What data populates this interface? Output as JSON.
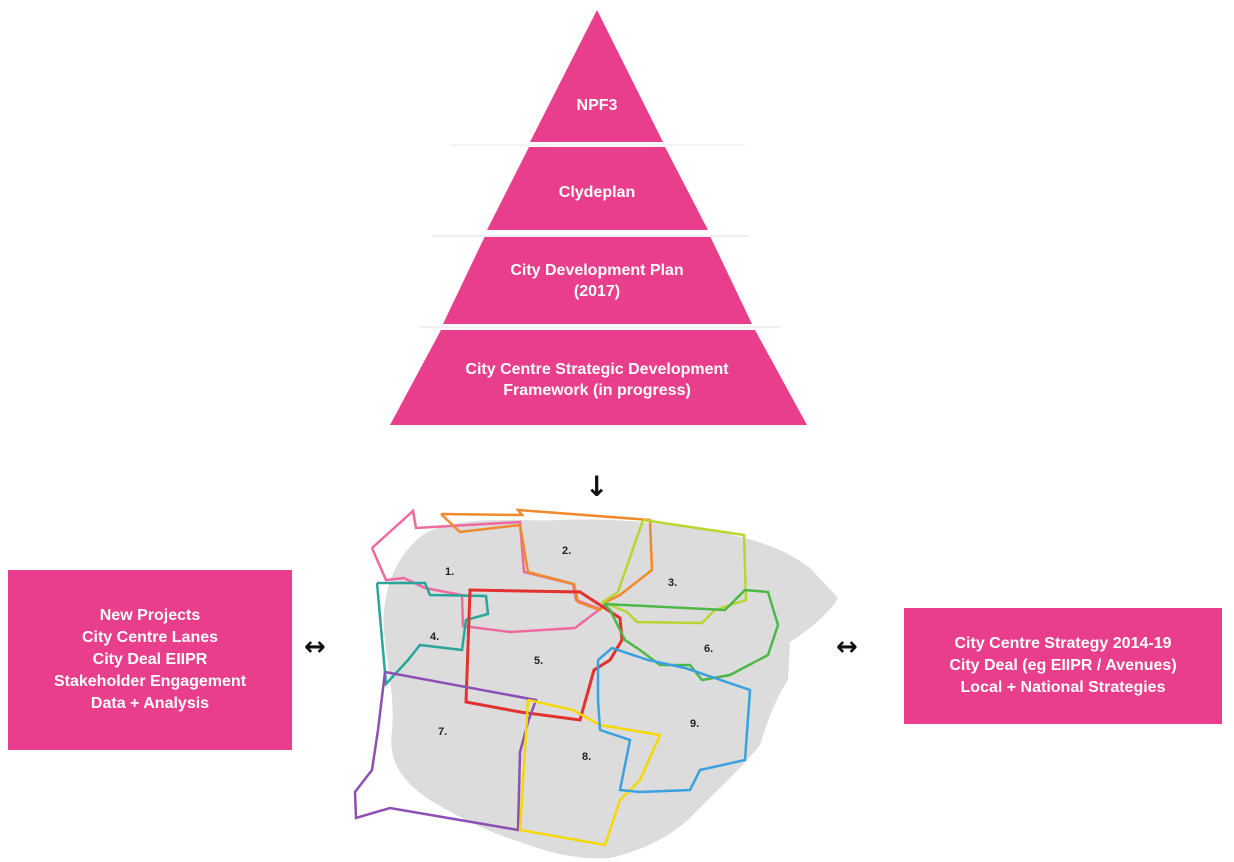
{
  "colors": {
    "pink": "#e83e8c",
    "map_fill": "#dcdcdc",
    "divider": "#ffffff"
  },
  "pyramid": {
    "tiers": [
      {
        "lines": [
          "NPF3"
        ]
      },
      {
        "lines": [
          "Clydeplan"
        ]
      },
      {
        "lines": [
          "City Development Plan",
          "(2017)"
        ]
      },
      {
        "lines": [
          "City Centre Strategic Development",
          "Framework (in progress)"
        ]
      }
    ]
  },
  "left_box": {
    "lines": [
      "New Projects",
      "City Centre Lanes",
      "City Deal EIIPR",
      "Stakeholder Engagement",
      "Data + Analysis"
    ]
  },
  "right_box": {
    "lines": [
      "City Centre Strategy 2014-19",
      "City Deal (eg EIIPR / Avenues)",
      "Local + National Strategies"
    ]
  },
  "arrows": {
    "down": "↓",
    "left": "↔",
    "right": "↔"
  },
  "zones": [
    {
      "label": "1.",
      "color": "#ee6aa0",
      "icon": "district-outline"
    },
    {
      "label": "2.",
      "color": "#f08a2e",
      "icon": "district-outline"
    },
    {
      "label": "3.",
      "color": "#b8d630",
      "icon": "district-outline"
    },
    {
      "label": "4.",
      "color": "#2aa59a",
      "icon": "district-outline"
    },
    {
      "label": "5.",
      "color": "#e2312e",
      "icon": "district-outline"
    },
    {
      "label": "6.",
      "color": "#4db848",
      "icon": "district-outline"
    },
    {
      "label": "7.",
      "color": "#8e4fb5",
      "icon": "district-outline"
    },
    {
      "label": "8.",
      "color": "#f5d800",
      "icon": "district-outline"
    },
    {
      "label": "9.",
      "color": "#3aa0e0",
      "icon": "district-outline"
    }
  ]
}
